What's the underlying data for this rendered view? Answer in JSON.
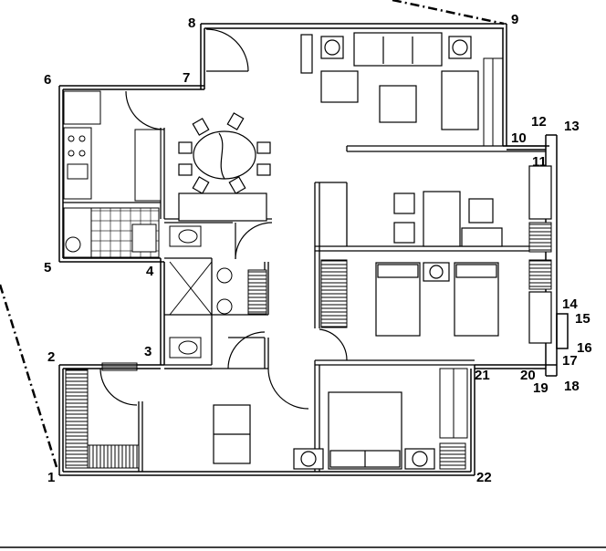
{
  "point_labels": [
    "1",
    "2",
    "3",
    "4",
    "5",
    "6",
    "7",
    "8",
    "9",
    "10",
    "11",
    "12",
    "13",
    "14",
    "15",
    "16",
    "17",
    "18",
    "19",
    "20",
    "21",
    "22"
  ],
  "colors": {
    "line": "#000000",
    "background": "#ffffff",
    "hatch": "#000000"
  }
}
